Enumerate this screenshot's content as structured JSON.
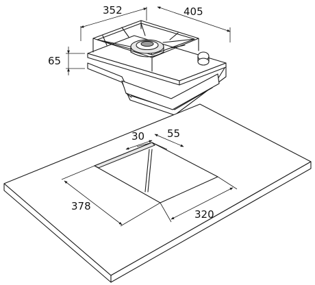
{
  "dimensions": {
    "hob_width": "352",
    "hob_depth": "405",
    "hob_height": "65",
    "cutout_rear_offset": "30",
    "cutout_side_offset": "55",
    "cutout_depth": "378",
    "cutout_width": "320"
  }
}
